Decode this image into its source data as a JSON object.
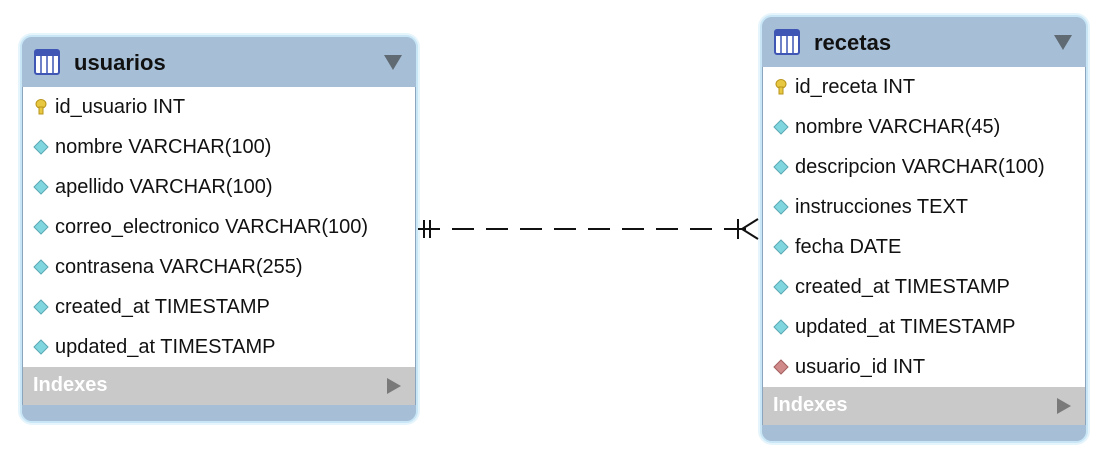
{
  "tables": {
    "usuarios": {
      "name": "usuarios",
      "columns": [
        {
          "label": "id_usuario INT",
          "kind": "primary-key"
        },
        {
          "label": "nombre VARCHAR(100)",
          "kind": "column"
        },
        {
          "label": "apellido VARCHAR(100)",
          "kind": "column"
        },
        {
          "label": "correo_electronico VARCHAR(100)",
          "kind": "column"
        },
        {
          "label": "contrasena VARCHAR(255)",
          "kind": "column"
        },
        {
          "label": "created_at TIMESTAMP",
          "kind": "column"
        },
        {
          "label": "updated_at TIMESTAMP",
          "kind": "column"
        }
      ],
      "indexes_label": "Indexes"
    },
    "recetas": {
      "name": "recetas",
      "columns": [
        {
          "label": "id_receta INT",
          "kind": "primary-key"
        },
        {
          "label": "nombre VARCHAR(45)",
          "kind": "column"
        },
        {
          "label": "descripcion VARCHAR(100)",
          "kind": "column"
        },
        {
          "label": "instrucciones TEXT",
          "kind": "column"
        },
        {
          "label": "fecha DATE",
          "kind": "column"
        },
        {
          "label": "created_at TIMESTAMP",
          "kind": "column"
        },
        {
          "label": "updated_at TIMESTAMP",
          "kind": "column"
        },
        {
          "label": "usuario_id INT",
          "kind": "foreign-key"
        }
      ],
      "indexes_label": "Indexes"
    }
  },
  "relationship": {
    "from": "usuarios",
    "to": "recetas",
    "from_cardinality": "one-and-only-one",
    "to_cardinality": "one-or-many",
    "line_style": "dashed"
  },
  "colors": {
    "header_bg": "#a6bfd7",
    "column_icon": "#7fd6de",
    "primary_key_icon": "#e8c840",
    "foreign_key_icon": "#d08a8a",
    "indexes_bg": "#c9c9c9"
  }
}
